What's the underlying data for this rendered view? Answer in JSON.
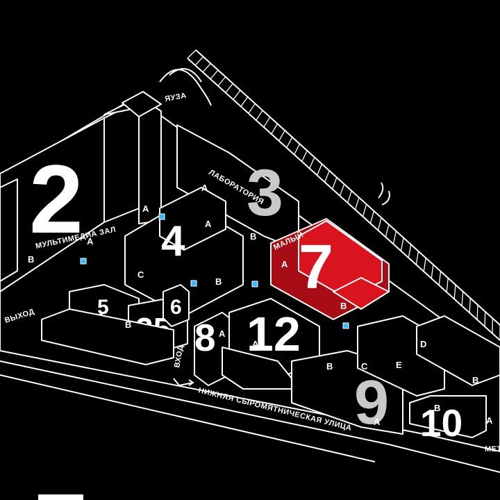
{
  "labels": {
    "yauza": "ЯУЗА",
    "laboratory": "ЛАБОРАТОРИЯ",
    "multimedia": "МУЛЬТИМЕДИА ЗАЛ",
    "small": "МАЛЫЙ",
    "street": "НИЖНЯЯ СЫРОМЯТНИЧЕСКАЯ УЛИЦА",
    "exit": "ВЫХОД",
    "entrance": "ВХОД",
    "metro": "МЕТ"
  },
  "buildings": {
    "b2": "2",
    "b3": "3",
    "b4": "4",
    "b5": "5",
    "b6": "6",
    "b7": "7",
    "b8": "8",
    "b9": "9",
    "b10": "10",
    "b12": "12",
    "b23": "23",
    "b25": "25"
  },
  "entrances": {
    "a": "A",
    "b": "B",
    "c": "C",
    "d": "D",
    "e": "E"
  },
  "colors": {
    "background": "#000000",
    "highlight": "#d9141f",
    "wifi": "#39b8ff"
  }
}
